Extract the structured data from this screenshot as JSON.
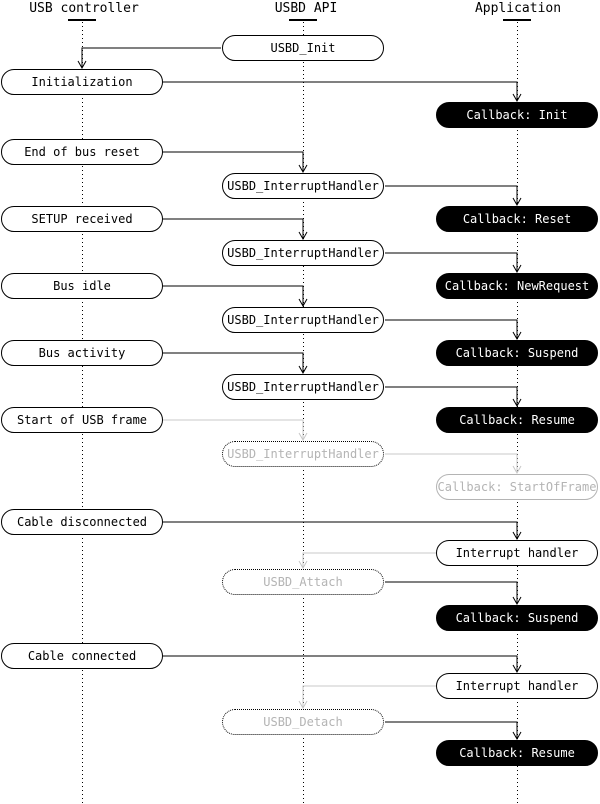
{
  "lanes": [
    {
      "label": "USB controller"
    },
    {
      "label": "USBD API"
    },
    {
      "label": "Application"
    }
  ],
  "nodes": [
    {
      "label": "USBD_Init",
      "lane": "USBD API",
      "kind": "api-call",
      "variant": "solid"
    },
    {
      "label": "Initialization",
      "lane": "USB controller",
      "kind": "event",
      "variant": "solid"
    },
    {
      "label": "Callback: Init",
      "lane": "Application",
      "kind": "callback",
      "variant": "filled"
    },
    {
      "label": "End of bus reset",
      "lane": "USB controller",
      "kind": "event",
      "variant": "solid"
    },
    {
      "label": "USBD_InterruptHandler",
      "lane": "USBD API",
      "kind": "api-call",
      "variant": "solid"
    },
    {
      "label": "SETUP received",
      "lane": "USB controller",
      "kind": "event",
      "variant": "solid"
    },
    {
      "label": "Callback: Reset",
      "lane": "Application",
      "kind": "callback",
      "variant": "filled"
    },
    {
      "label": "USBD_InterruptHandler",
      "lane": "USBD API",
      "kind": "api-call",
      "variant": "solid"
    },
    {
      "label": "Bus idle",
      "lane": "USB controller",
      "kind": "event",
      "variant": "solid"
    },
    {
      "label": "Callback: NewRequest",
      "lane": "Application",
      "kind": "callback",
      "variant": "filled"
    },
    {
      "label": "USBD_InterruptHandler",
      "lane": "USBD API",
      "kind": "api-call",
      "variant": "solid"
    },
    {
      "label": "Bus activity",
      "lane": "USB controller",
      "kind": "event",
      "variant": "solid"
    },
    {
      "label": "Callback: Suspend",
      "lane": "Application",
      "kind": "callback",
      "variant": "filled"
    },
    {
      "label": "USBD_InterruptHandler",
      "lane": "USBD API",
      "kind": "api-call",
      "variant": "solid"
    },
    {
      "label": "Start of USB frame",
      "lane": "USB controller",
      "kind": "event",
      "variant": "solid"
    },
    {
      "label": "Callback: Resume",
      "lane": "Application",
      "kind": "callback",
      "variant": "filled"
    },
    {
      "label": "USBD_InterruptHandler",
      "lane": "USBD API",
      "kind": "api-call",
      "variant": "ghost"
    },
    {
      "label": "Callback: StartOfFrame",
      "lane": "Application",
      "kind": "callback",
      "variant": "ghost-solid"
    },
    {
      "label": "Cable disconnected",
      "lane": "USB controller",
      "kind": "event",
      "variant": "solid"
    },
    {
      "label": "Interrupt handler",
      "lane": "Application",
      "kind": "handler",
      "variant": "solid"
    },
    {
      "label": "USBD_Attach",
      "lane": "USBD API",
      "kind": "api-call",
      "variant": "ghost"
    },
    {
      "label": "Callback: Suspend",
      "lane": "Application",
      "kind": "callback",
      "variant": "filled"
    },
    {
      "label": "Cable connected",
      "lane": "USB controller",
      "kind": "event",
      "variant": "solid"
    },
    {
      "label": "Interrupt handler",
      "lane": "Application",
      "kind": "handler",
      "variant": "solid"
    },
    {
      "label": "USBD_Detach",
      "lane": "USBD API",
      "kind": "api-call",
      "variant": "ghost"
    },
    {
      "label": "Callback: Resume",
      "lane": "Application",
      "kind": "callback",
      "variant": "filled"
    }
  ],
  "edges": [
    {
      "from": 0,
      "to": 1,
      "color": "black"
    },
    {
      "from": 1,
      "to": 2,
      "color": "black"
    },
    {
      "from": 3,
      "to": 4,
      "color": "black"
    },
    {
      "from": 4,
      "to": 6,
      "color": "black"
    },
    {
      "from": 5,
      "to": 7,
      "color": "black"
    },
    {
      "from": 7,
      "to": 9,
      "color": "black"
    },
    {
      "from": 8,
      "to": 10,
      "color": "black"
    },
    {
      "from": 10,
      "to": 12,
      "color": "black"
    },
    {
      "from": 11,
      "to": 13,
      "color": "black"
    },
    {
      "from": 13,
      "to": 15,
      "color": "black"
    },
    {
      "from": 14,
      "to": 16,
      "color": "gray"
    },
    {
      "from": 16,
      "to": 17,
      "color": "gray"
    },
    {
      "from": 18,
      "to": 19,
      "color": "black"
    },
    {
      "from": 19,
      "to": 20,
      "color": "gray"
    },
    {
      "from": 20,
      "to": 21,
      "color": "black"
    },
    {
      "from": 22,
      "to": 23,
      "color": "black"
    },
    {
      "from": 23,
      "to": 24,
      "color": "gray"
    },
    {
      "from": 24,
      "to": 25,
      "color": "black"
    }
  ],
  "colors": {
    "black": "#000000",
    "white": "#ffffff",
    "gray_text": "#b4b4b4",
    "gray_line": "#c8c8c8"
  }
}
